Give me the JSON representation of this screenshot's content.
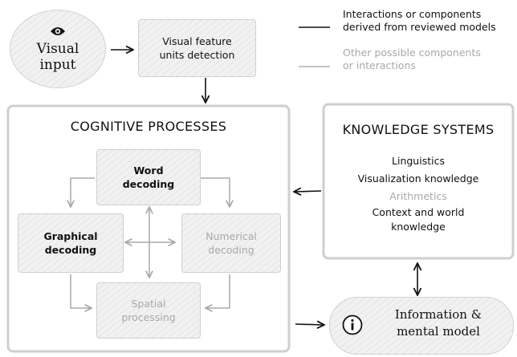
{
  "visual_input": {
    "icon": "eye-icon",
    "line1": "Visual",
    "line2": "input"
  },
  "feature_box": {
    "line1": "Visual feature",
    "line2": "units detection"
  },
  "legend": {
    "solid_line1": "Interactions or components",
    "solid_line2": "derived from reviewed models",
    "grey_line1": "Other possible components",
    "grey_line2": "or interactions"
  },
  "cognitive": {
    "title": "COGNITIVE PROCESSES",
    "word": {
      "line1": "Word",
      "line2": "decoding"
    },
    "graphical": {
      "line1": "Graphical",
      "line2": "decoding"
    },
    "numerical": {
      "line1": "Numerical",
      "line2": "decoding"
    },
    "spatial": {
      "line1": "Spatial",
      "line2": "processing"
    }
  },
  "knowledge": {
    "title": "KNOWLEDGE SYSTEMS",
    "items": [
      "Linguistics",
      "Visualization knowledge",
      "Arithmetics",
      "Context and world",
      "knowledge"
    ]
  },
  "info": {
    "icon": "info-icon",
    "line1": "Information &",
    "line2": "mental model"
  },
  "colors": {
    "solid": "#111111",
    "grey": "#a8a8a8",
    "fill": "#f1f1f1"
  }
}
